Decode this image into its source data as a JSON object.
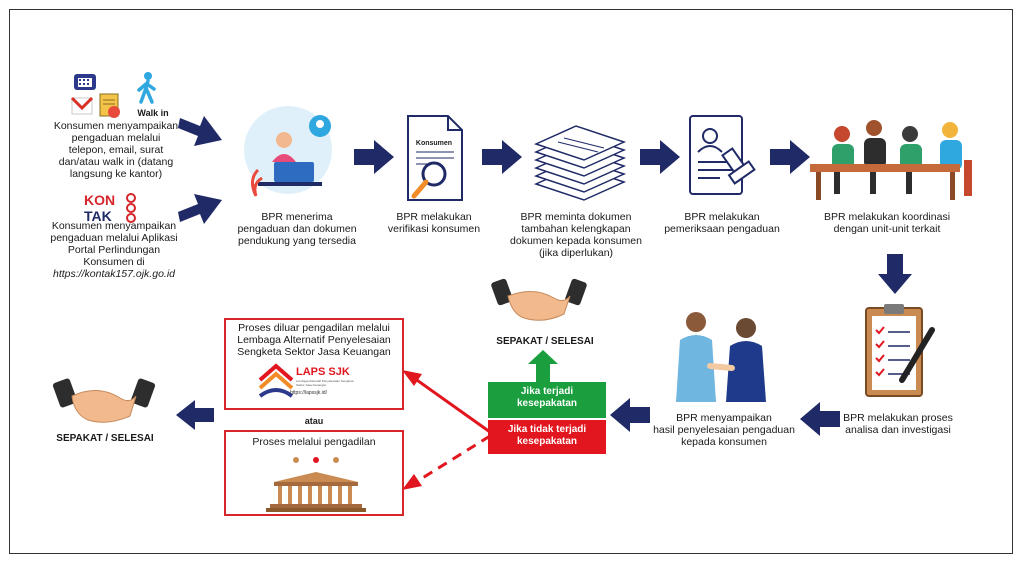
{
  "colors": {
    "arrow": "#1f2a66",
    "red": "#e1161f",
    "green": "#1b9e3e",
    "box_border": "#d9262b"
  },
  "walk_in": "Walk in",
  "channel1_text": [
    "Konsumen menyampaikan",
    "pengaduan  melalui",
    "telepon, email, surat",
    "dan/atau walk in (datang",
    "langsung ke kantor)"
  ],
  "kontak_logo": "KONTAK 157",
  "channel2_text": [
    "Konsumen menyampaikan",
    "pengaduan melalui  Aplikasi",
    "Portal Perlindungan",
    "Konsumen di",
    "https://kontak157.ojk.go.id"
  ],
  "step1": [
    "BPR menerima",
    "pengaduan dan dokumen",
    "pendukung yang tersedia"
  ],
  "step2": [
    "BPR melakukan",
    "verifikasi konsumen"
  ],
  "step2_doc_label": "Konsumen",
  "step3": [
    "BPR meminta dokumen",
    "tambahan kelengkapan",
    "dokumen kepada konsumen",
    "(jika diperlukan)"
  ],
  "step4": [
    "BPR melakukan",
    "pemeriksaan pengaduan"
  ],
  "step5": [
    "BPR melakukan koordinasi",
    "dengan unit-unit terkait"
  ],
  "step6": [
    "BPR melakukan proses",
    "analisa dan investigasi"
  ],
  "step7": [
    "BPR menyampaikan",
    "hasil  penyelesaian pengaduan",
    "kepada konsumen"
  ],
  "agree_center": "SEPAKAT / SELESAI",
  "agree_left": "SEPAKAT / SELESAI",
  "green_btn": [
    "Jika terjadi",
    "kesepakatan"
  ],
  "red_btn": [
    "Jika tidak terjadi",
    "kesepakatan"
  ],
  "laps_box": [
    "Proses diluar pengadilan  melalui",
    "Lembaga Alternatif Penyelesaian",
    "Sengketa Sektor  Jasa Keuangan"
  ],
  "laps_logo": "LAPS SJK",
  "laps_sub": "Lembaga Alternatif Penyelesaian Sengketa Sektor Jasa Keuangan",
  "laps_url": "https://lapssjk.id/",
  "atau": "atau",
  "court_box": "Proses melalui pengadilan"
}
